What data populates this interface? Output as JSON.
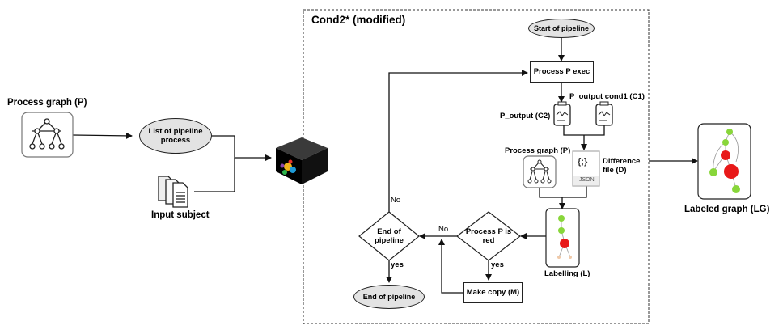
{
  "left": {
    "process_graph_label": "Process graph (P)",
    "list_pipeline": "List of pipeline process",
    "input_subject": "Input subject"
  },
  "cond": {
    "title": "Cond2* (modified)",
    "start": "Start of pipeline",
    "process_exec": "Process P exec",
    "p_output_cond1": "P_output cond1 (C1)",
    "p_output_c2": "P_output (C2)",
    "process_graph": "Process graph (P)",
    "difference_file": "Difference file (D)",
    "json_label": "JSON",
    "json_braces": "{;}",
    "labelling": "Labelling (L)",
    "process_red": "Process P is red",
    "end_check": "End of pipeline",
    "end_pipeline": "End of pipeline",
    "make_copy": "Make copy (M)",
    "no_1": "No",
    "no_2": "No",
    "yes_1": "yes",
    "yes_2": "yes"
  },
  "right": {
    "labeled_graph": "Labeled graph (LG)"
  },
  "colors": {
    "oval_fill": "#e3e3e3",
    "red_node": "#e81919",
    "green_node": "#88d63a",
    "border": "#222222"
  },
  "icons": [
    "process-graph-icon",
    "documents-icon",
    "pipeline-engine-icon",
    "output-file-icon",
    "json-file-icon",
    "labelled-graph-icon"
  ]
}
